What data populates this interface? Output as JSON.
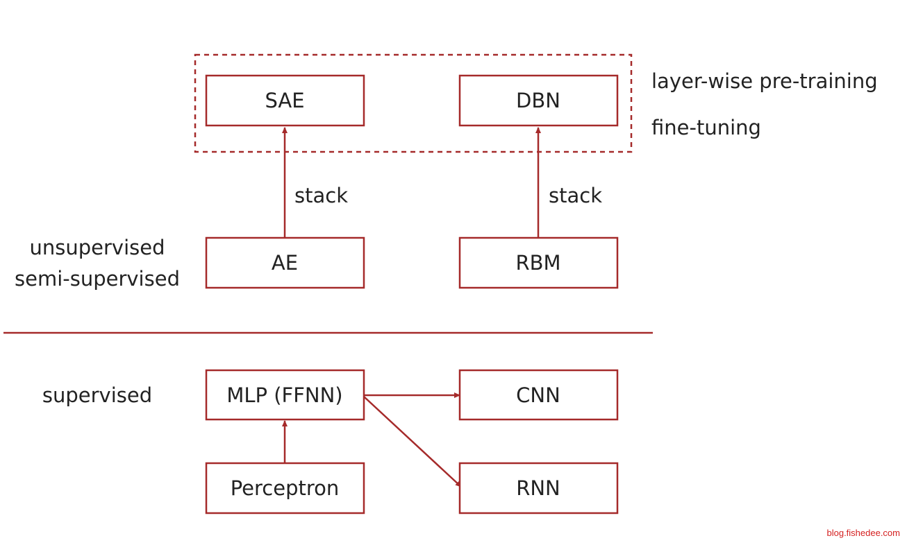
{
  "colors": {
    "accent": "#a52a2a",
    "text": "#222222",
    "watermark": "#d42020"
  },
  "nodes": {
    "sae": "SAE",
    "dbn": "DBN",
    "ae": "AE",
    "rbm": "RBM",
    "mlp": "MLP (FFNN)",
    "cnn": "CNN",
    "perceptron": "Perceptron",
    "rnn": "RNN"
  },
  "edges": {
    "ae_to_sae": "stack",
    "rbm_to_dbn": "stack"
  },
  "group_labels": {
    "pretraining": "layer-wise pre-training",
    "finetuning": "fine-tuning"
  },
  "section_labels": {
    "unsupervised": "unsupervised",
    "semi_supervised": "semi-supervised",
    "supervised": "supervised"
  },
  "watermark": "blog.fishedee.com"
}
